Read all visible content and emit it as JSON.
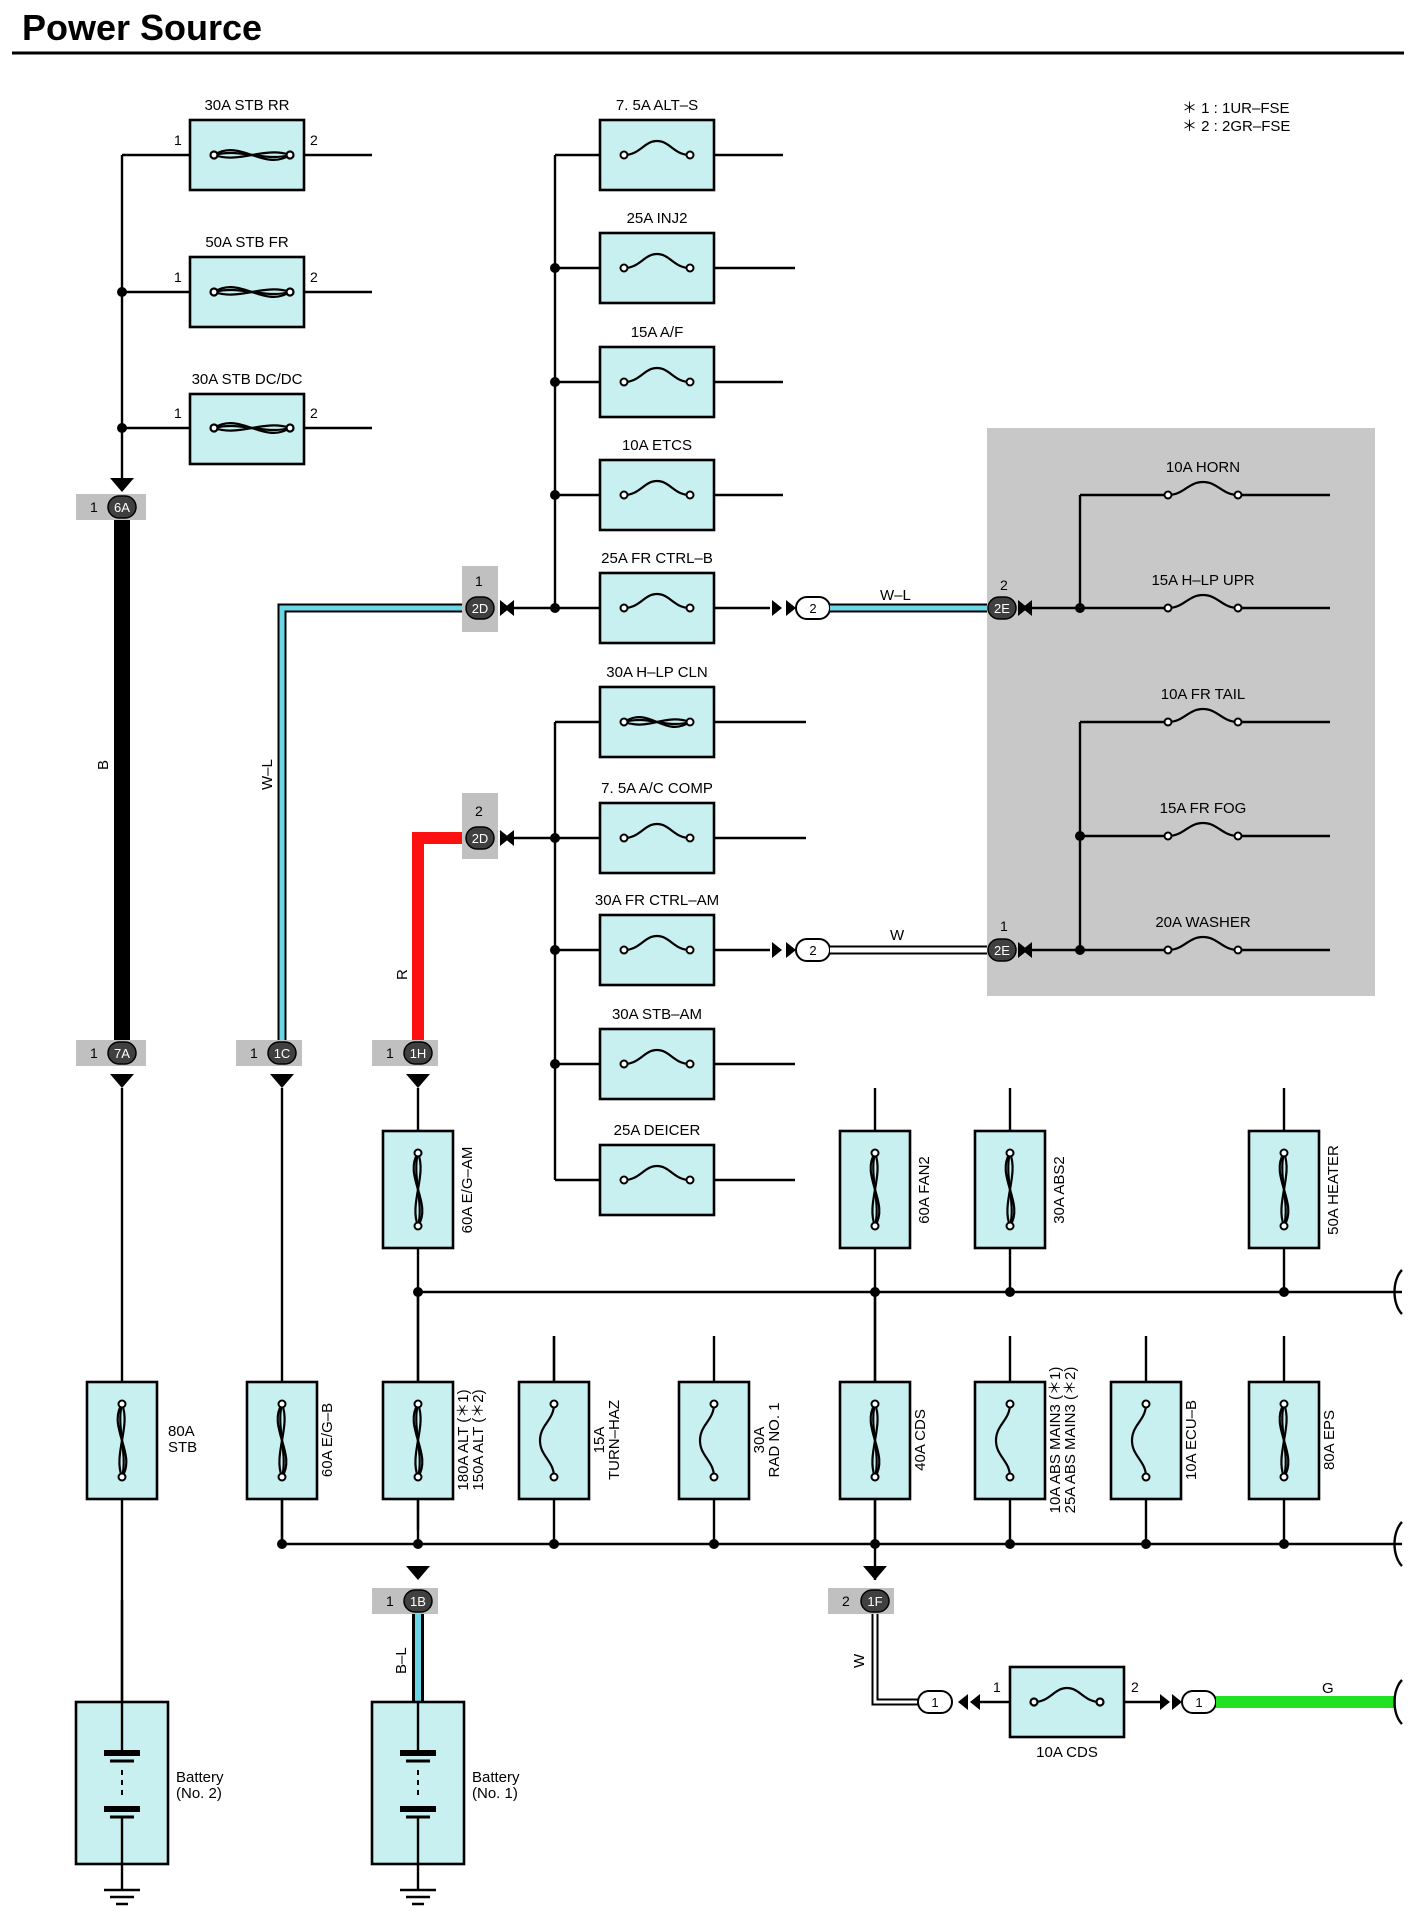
{
  "title": "Power Source",
  "notes": [
    "＊ 1 : 1UR–FSE",
    "＊ 2 : 2GR–FSE"
  ],
  "fuses_top_left": [
    {
      "label": "30A STB RR",
      "pin_left": "1",
      "pin_right": "2"
    },
    {
      "label": "50A STB FR",
      "pin_left": "1",
      "pin_right": "2"
    },
    {
      "label": "30A STB DC/DC",
      "pin_left": "1",
      "pin_right": "2"
    }
  ],
  "fuses_center": [
    "7. 5A ALT–S",
    "25A INJ2",
    "15A A/F",
    "10A ETCS",
    "25A FR CTRL–B",
    "30A H–LP CLN",
    "7. 5A A/C COMP",
    "30A FR CTRL–AM",
    "30A STB–AM",
    "25A DEICER"
  ],
  "relay_box_fuses": [
    "10A HORN",
    "15A H–LP UPR",
    "10A FR TAIL",
    "15A FR FOG",
    "20A WASHER"
  ],
  "upper_vertical_fuses": [
    "60A E/G–AM",
    "60A FAN2",
    "30A ABS2",
    "50A HEATER"
  ],
  "lower_vertical_fuses": [
    {
      "l1": "80A",
      "l2": "STB"
    },
    {
      "l1": "60A E/G–B",
      "l2": ""
    },
    {
      "l1": "180A ALT (＊1)",
      "l2": "150A ALT (＊2)"
    },
    {
      "l1": "15A",
      "l2": "TURN–HAZ"
    },
    {
      "l1": "30A",
      "l2": "RAD NO. 1"
    },
    {
      "l1": "40A CDS",
      "l2": ""
    },
    {
      "l1": "10A ABS MAIN3 (＊1)",
      "l2": "25A ABS MAIN3 (＊2)"
    },
    {
      "l1": "10A ECU–B",
      "l2": ""
    },
    {
      "l1": "80A EPS",
      "l2": ""
    }
  ],
  "cds_fuse": {
    "label": "10A CDS",
    "pin_left": "1",
    "pin_right": "2"
  },
  "connectors": {
    "c6A": {
      "id": "6A",
      "pin": "1"
    },
    "c7A": {
      "id": "7A",
      "pin": "1"
    },
    "c1C": {
      "id": "1C",
      "pin": "1"
    },
    "c1H": {
      "id": "1H",
      "pin": "1"
    },
    "c2D_1": {
      "id": "2D",
      "pin": "1"
    },
    "c2D_2": {
      "id": "2D",
      "pin": "2"
    },
    "c2E_2": {
      "id": "2E",
      "pin": "2"
    },
    "c2E_1": {
      "id": "2E",
      "pin": "1"
    },
    "c1B": {
      "id": "1B",
      "pin": "1"
    },
    "c1F": {
      "id": "1F",
      "pin": "2"
    },
    "j2a": "2",
    "j2b": "2",
    "j1a": "1",
    "j1b": "1"
  },
  "wire_colors": {
    "B": "B",
    "WL1": "W–L",
    "R": "R",
    "WL2": "W–L",
    "W1": "W",
    "BL": "B–L",
    "W2": "W",
    "G": "G"
  },
  "batteries": [
    {
      "l1": "Battery",
      "l2": "(No. 2)"
    },
    {
      "l1": "Battery",
      "l2": "(No. 1)"
    }
  ],
  "colors": {
    "fuse_fill": "#c8f0f0",
    "relay_box": "#c8c8c8",
    "wire_wl": "#6ad6e6",
    "wire_r": "#ff1010",
    "wire_g": "#22e022",
    "wire_bl": "#6ad6e6"
  }
}
